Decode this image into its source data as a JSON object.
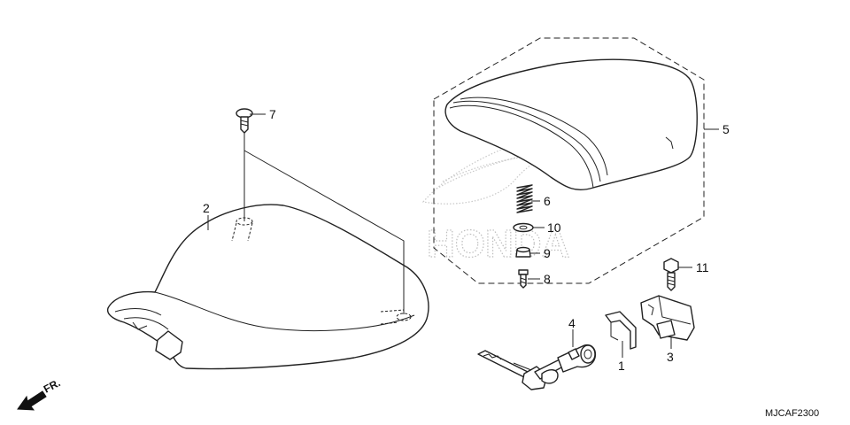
{
  "diagram_code": "MJCAF2300",
  "front_indicator": "FR.",
  "watermark_text": "HONDA",
  "callouts": {
    "c1": "1",
    "c2": "2",
    "c3": "3",
    "c4": "4",
    "c5": "5",
    "c6": "6",
    "c7": "7",
    "c8": "8",
    "c9": "9",
    "c10": "10",
    "c11": "11"
  },
  "colors": {
    "line": "#222222",
    "watermark": "#bdbdbd",
    "background": "#ffffff"
  }
}
